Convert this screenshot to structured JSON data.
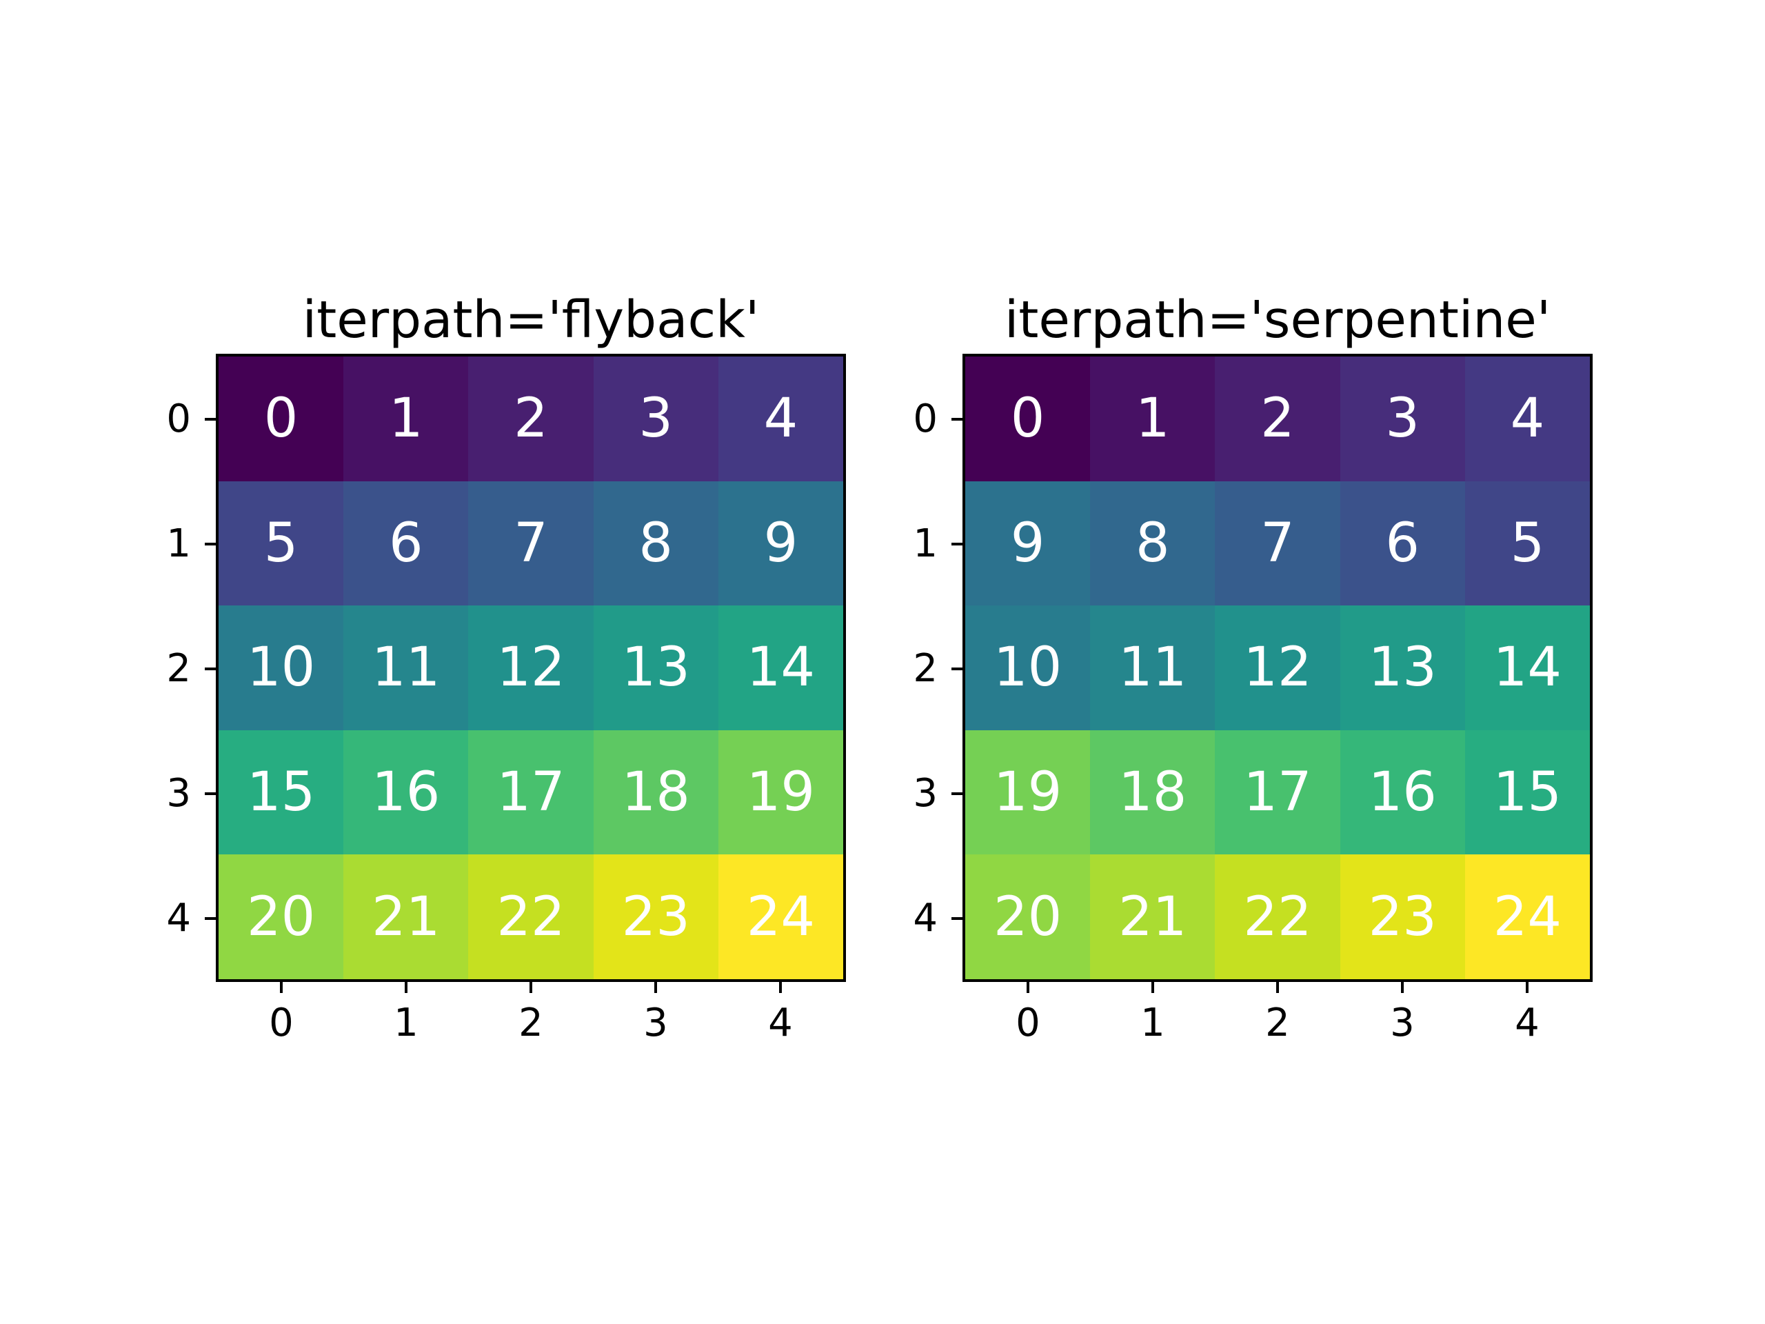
{
  "figure": {
    "background": "#ffffff",
    "axis_color": "#000000",
    "tick_label_color": "#000000"
  },
  "colormap": {
    "name": "viridis",
    "vmin": 0,
    "vmax": 24,
    "cell_label_color": "#ffffff",
    "colors": [
      "#440154",
      "#471164",
      "#481F70",
      "#472D7B",
      "#443983",
      "#404688",
      "#3B528B",
      "#365D8D",
      "#31688E",
      "#2C728E",
      "#287C8E",
      "#25868D",
      "#21918C",
      "#219B89",
      "#22A485",
      "#27AD81",
      "#35B779",
      "#48C16E",
      "#5DC863",
      "#75D054",
      "#90D743",
      "#AADC32",
      "#C5E021",
      "#E3E419",
      "#FDE725"
    ]
  },
  "chart_data": [
    {
      "type": "heatmap",
      "title": "iterpath='flyback'",
      "xlabel": "",
      "ylabel": "",
      "x": [
        0,
        1,
        2,
        3,
        4
      ],
      "y": [
        0,
        1,
        2,
        3,
        4
      ],
      "x_tick_labels": [
        "0",
        "1",
        "2",
        "3",
        "4"
      ],
      "y_tick_labels": [
        "0",
        "1",
        "2",
        "3",
        "4"
      ],
      "values": [
        [
          0,
          1,
          2,
          3,
          4
        ],
        [
          5,
          6,
          7,
          8,
          9
        ],
        [
          10,
          11,
          12,
          13,
          14
        ],
        [
          15,
          16,
          17,
          18,
          19
        ],
        [
          20,
          21,
          22,
          23,
          24
        ]
      ],
      "colormap": "viridis",
      "vmin": 0,
      "vmax": 24,
      "grid": false,
      "legend": "none",
      "cell_labels": true
    },
    {
      "type": "heatmap",
      "title": "iterpath='serpentine'",
      "xlabel": "",
      "ylabel": "",
      "x": [
        0,
        1,
        2,
        3,
        4
      ],
      "y": [
        0,
        1,
        2,
        3,
        4
      ],
      "x_tick_labels": [
        "0",
        "1",
        "2",
        "3",
        "4"
      ],
      "y_tick_labels": [
        "0",
        "1",
        "2",
        "3",
        "4"
      ],
      "values": [
        [
          0,
          1,
          2,
          3,
          4
        ],
        [
          9,
          8,
          7,
          6,
          5
        ],
        [
          10,
          11,
          12,
          13,
          14
        ],
        [
          19,
          18,
          17,
          16,
          15
        ],
        [
          20,
          21,
          22,
          23,
          24
        ]
      ],
      "colormap": "viridis",
      "vmin": 0,
      "vmax": 24,
      "grid": false,
      "legend": "none",
      "cell_labels": true
    }
  ]
}
